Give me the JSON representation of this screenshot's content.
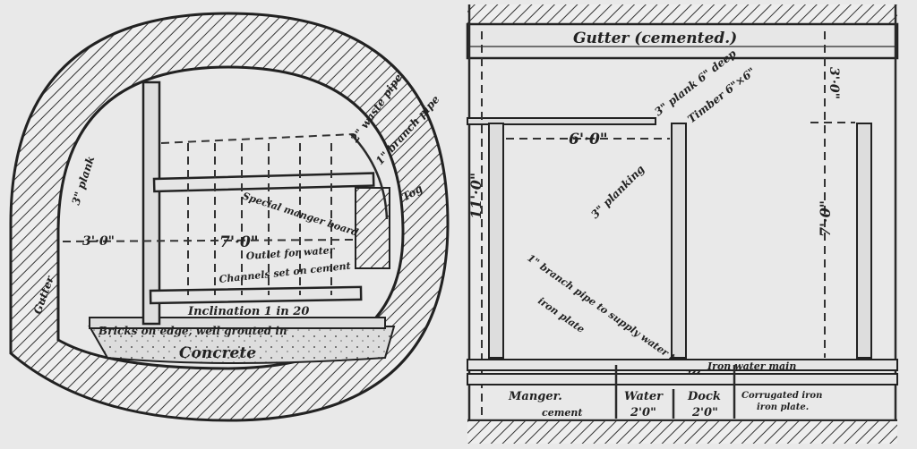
{
  "cross_section": {
    "labels": {
      "waste_pipe": "2\" waste pipe",
      "branch_pipe": "1\" branch pipe",
      "tog": "Tog",
      "plank": "3\" plank",
      "width_dim": "3'·0\"",
      "height_dim": "7'·0\"",
      "manger_board": "Special manger board",
      "outlet": "Outlet for water",
      "channels": "Channels set on cement",
      "inclination": "Inclination 1 in 20",
      "bricks": "Bricks on edge, well grouted in",
      "concrete": "Concrete",
      "gutter": "Gutter"
    }
  },
  "plan_view": {
    "labels": {
      "gutter": "Gutter (cemented.)",
      "plank_deep": "3\" plank 6\" deep",
      "timber": "Timber 6\"×6\"",
      "stall_width": "6'·0\"",
      "top_dim": "3'·0\"",
      "left_dim": "11'·0\"",
      "right_dim": "7'·0\"",
      "planking": "3\" planking",
      "branch_pipe": "1\" branch pipe to supply water trough",
      "iron_plate": "iron plate",
      "water_main": "Iron water main",
      "manger": "Manger.",
      "cement": "cement",
      "water": "Water",
      "water_dim": "2'0\"",
      "dock": "Dock",
      "dock_dim": "2'0\"",
      "corrugated": "Corrugated iron",
      "corrugated_plate": "iron plate."
    }
  }
}
